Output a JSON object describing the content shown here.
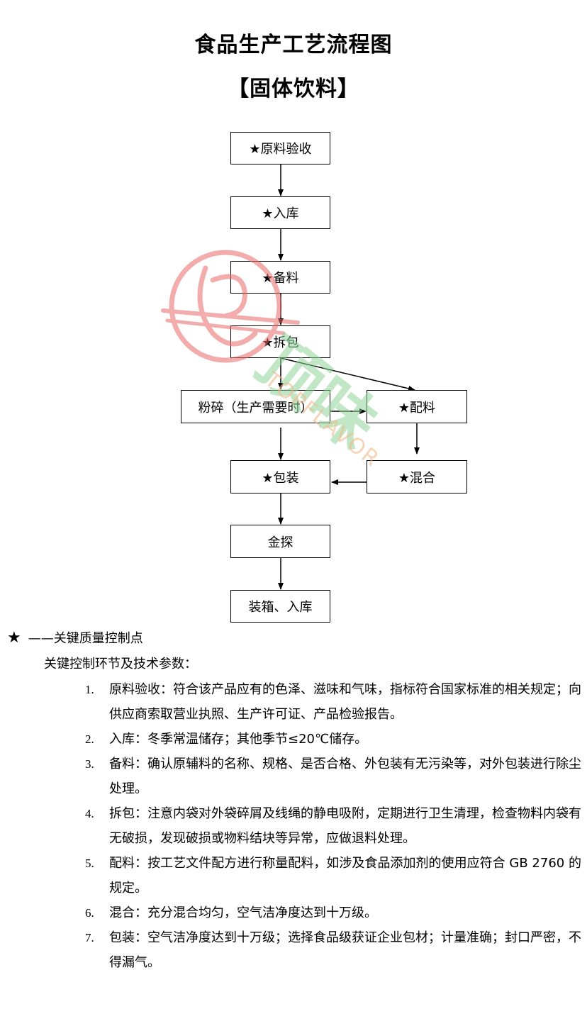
{
  "doc": {
    "title": "食品生产工艺流程图",
    "subtitle": "【固体饮料】"
  },
  "flow": {
    "nodes": [
      {
        "id": "n1",
        "label": "★原料验收"
      },
      {
        "id": "n2",
        "label": "★入库"
      },
      {
        "id": "n3",
        "label": "★备料"
      },
      {
        "id": "n4",
        "label": "★拆包"
      },
      {
        "id": "n5",
        "label": "粉碎（生产需要时）"
      },
      {
        "id": "n6",
        "label": "★配料"
      },
      {
        "id": "n7",
        "label": "★包装"
      },
      {
        "id": "n8",
        "label": "★混合"
      },
      {
        "id": "n9",
        "label": "金探"
      },
      {
        "id": "n10",
        "label": "装箱、入库"
      }
    ],
    "edges": [
      [
        "n1",
        "n2"
      ],
      [
        "n2",
        "n3"
      ],
      [
        "n3",
        "n4"
      ],
      [
        "n4",
        "n5"
      ],
      [
        "n4",
        "n6"
      ],
      [
        "n5",
        "n6"
      ],
      [
        "n5",
        "n7"
      ],
      [
        "n6",
        "n8"
      ],
      [
        "n8",
        "n7"
      ],
      [
        "n7",
        "n9"
      ],
      [
        "n9",
        "n10"
      ]
    ]
  },
  "watermark": {
    "brand_cn": "顶味",
    "brand_en": "TOPFLAVOR",
    "logo_color": "#e86a6a",
    "text_color": "#8fd49a",
    "en_color": "#f2b98a"
  },
  "legend": {
    "star": "★",
    "text": "——关键质量控制点"
  },
  "notes": {
    "heading": "关键控制环节及技术参数：",
    "items": [
      {
        "num": "1.",
        "text": "原料验收：符合该产品应有的色泽、滋味和气味，指标符合国家标准的相关规定；向供应商索取营业执照、生产许可证、产品检验报告。"
      },
      {
        "num": "2.",
        "text": "入库：冬季常温储存；其他季节≤20℃储存。"
      },
      {
        "num": "3.",
        "text": "备料：确认原辅料的名称、规格、是否合格、外包装有无污染等，对外包装进行除尘处理。"
      },
      {
        "num": "4.",
        "text": "拆包：注意内袋对外袋碎屑及线绳的静电吸附，定期进行卫生清理，检查物料内袋有无破损，发现破损或物料结块等异常，应做退料处理。"
      },
      {
        "num": "5.",
        "text": "配料：按工艺文件配方进行称量配料，如涉及食品添加剂的使用应符合 GB 2760 的规定。"
      },
      {
        "num": "6.",
        "text": "混合：充分混合均匀，空气洁净度达到十万级。"
      },
      {
        "num": "7.",
        "text": "包装：空气洁净度达到十万级；选择食品级获证企业包材；计量准确；封口严密，不得漏气。"
      }
    ]
  }
}
